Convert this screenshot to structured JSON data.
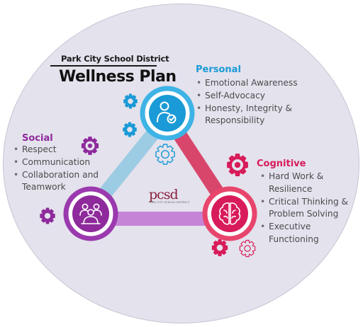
{
  "header": {
    "district": "Park City School District",
    "title": "Wellness Plan"
  },
  "sections": {
    "personal": {
      "title": "Personal",
      "color": "#1a9ad6",
      "items": [
        "Emotional Awareness",
        "Self-Advocacy",
        "Honesty, Integrity &",
        "Responsibility"
      ]
    },
    "social": {
      "title": "Social",
      "color": "#8e2a9c",
      "items": [
        "Respect",
        "Communication",
        "Collaboration and",
        "Teamwork"
      ]
    },
    "cognitive": {
      "title": "Cognitive",
      "color": "#d81b5a",
      "items": [
        "Hard Work &",
        "Resilience",
        "Critical Thinking &",
        "Problem Solving",
        "Executive",
        "Functioning"
      ]
    }
  },
  "logo": {
    "mark": "pcsd",
    "subtitle": "Park City School District"
  },
  "icons": {
    "personal": "person-check-icon",
    "social": "group-icon",
    "cognitive": "brain-icon"
  },
  "colors": {
    "edge_personal_social": "#9ccce3",
    "edge_personal_cognitive": "#d8466c",
    "edge_social_cognitive": "#c684d6",
    "background": "#e4e2ed"
  }
}
